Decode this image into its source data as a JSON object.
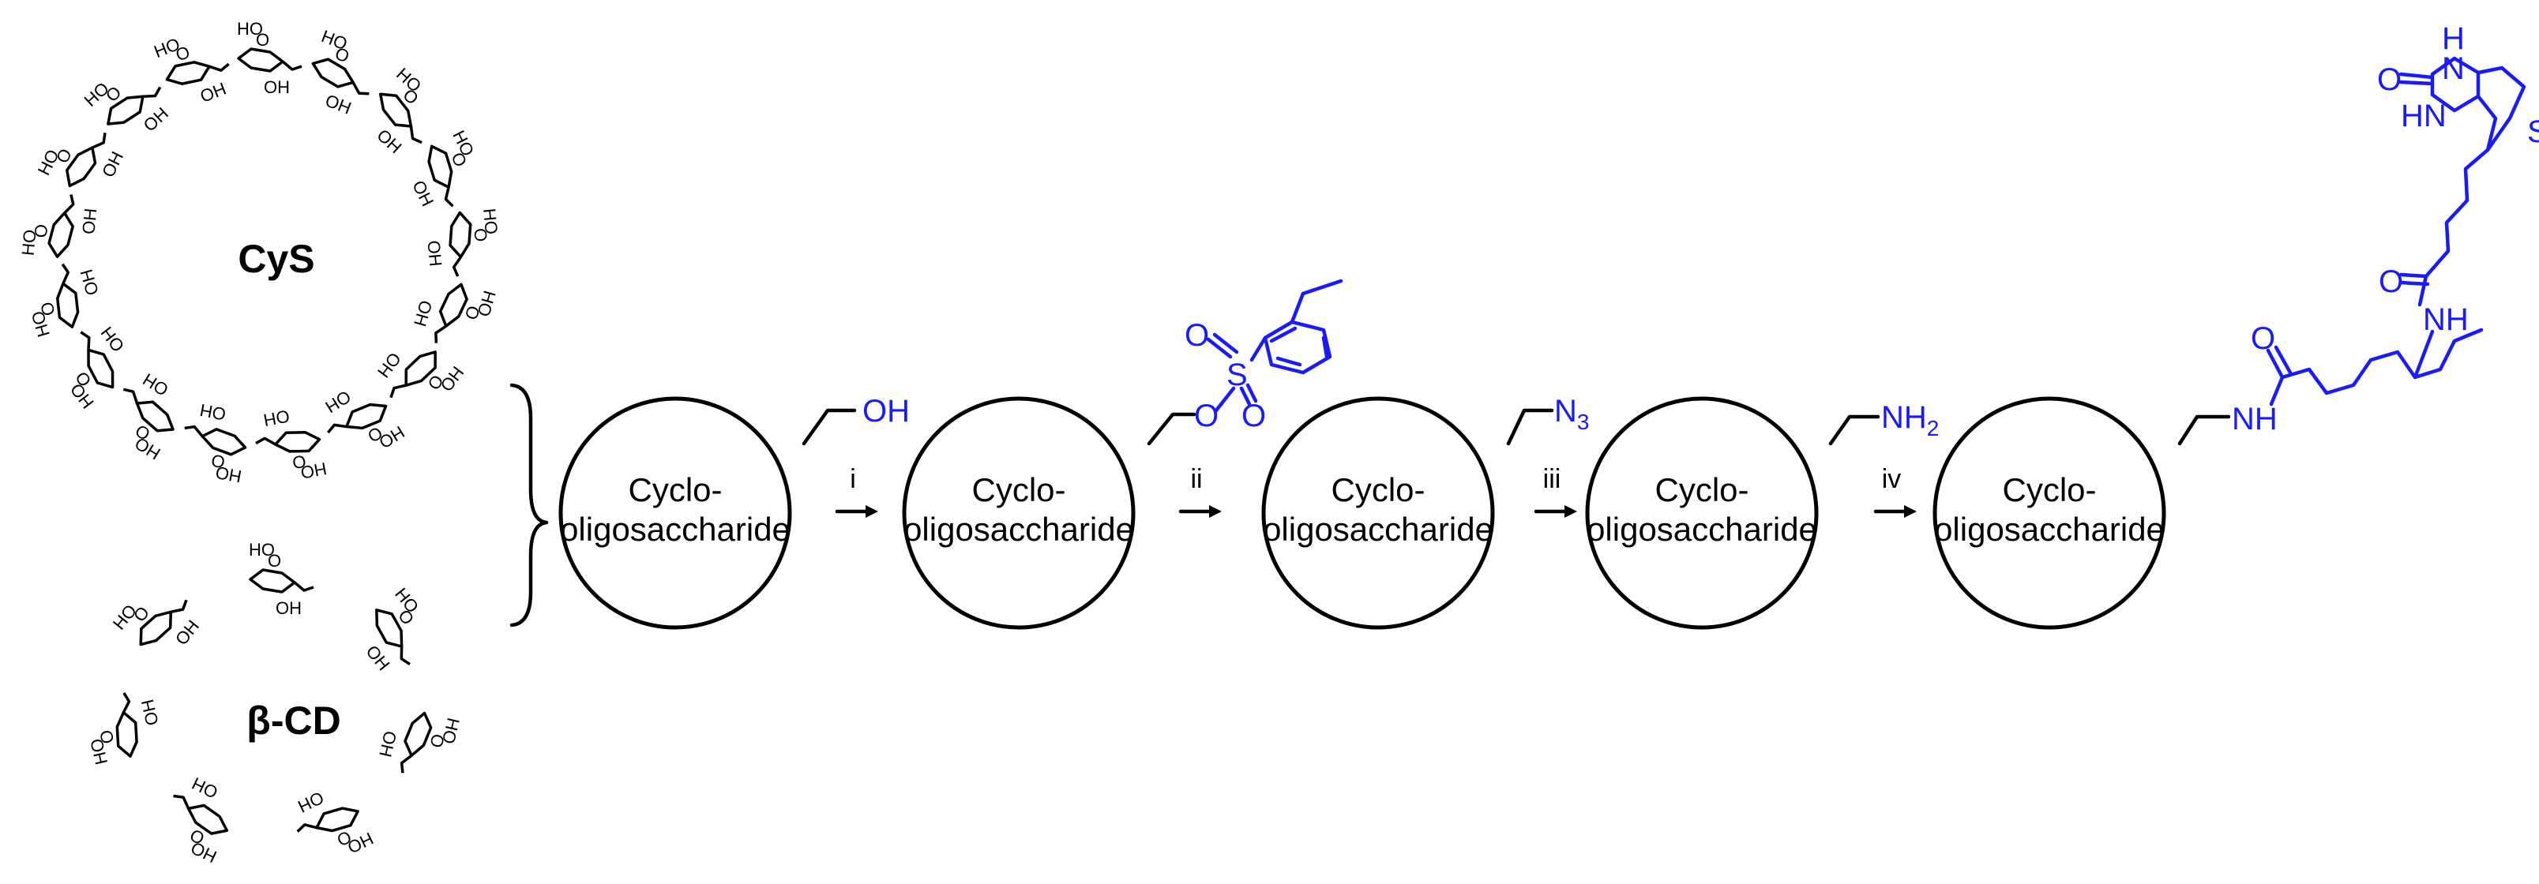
{
  "macrocycles": {
    "top_name": "CyS",
    "bottom_name": "β-CD",
    "hydroxyl_label": "HO",
    "hydroxyl_label_right": "OH",
    "ring_oxygen": "O"
  },
  "core_label_line1": "Cyclo-",
  "core_label_line2": "oligosaccharide",
  "steps": [
    "i",
    "ii",
    "iii",
    "iv"
  ],
  "substituents": {
    "hydroxyl": "OH",
    "tosyl_O_bridge": "O",
    "tosyl_S": "S",
    "tosyl_O_top": "O",
    "tosyl_O_bottom": "O",
    "azide_N": "N",
    "azide_sub": "3",
    "amine_NH": "NH",
    "amine_sub": "2",
    "amide_NH": "NH",
    "amide_O": "O",
    "linker_NH": "NH",
    "linker_O": "O",
    "biotin_S": "S",
    "biotin_O": "O",
    "biotin_H": "H",
    "biotin_N": "N",
    "biotin_HN": "HN"
  },
  "colors": {
    "structure": "#000000",
    "highlight": "#1a1aff"
  }
}
